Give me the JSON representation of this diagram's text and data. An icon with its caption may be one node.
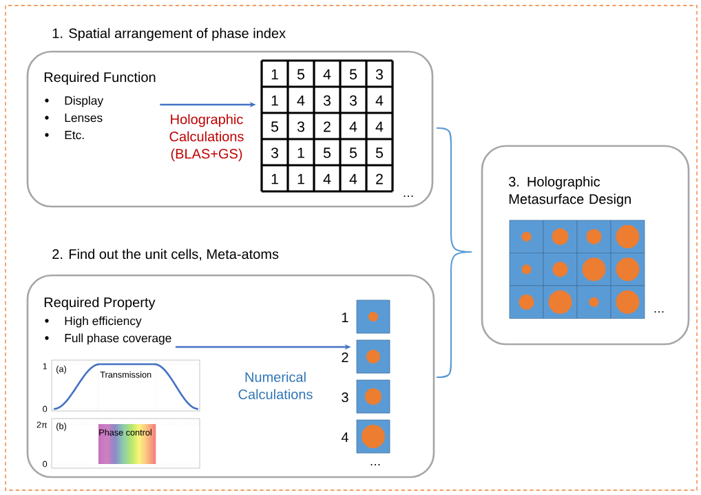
{
  "diagram": {
    "nodes": [
      {
        "text": [
          "1.  Spatial arrangement of phase index"
        ]
      },
      {
        "text": [
          "Required Function",
          "Display",
          "Lenses",
          "Etc."
        ],
        "in": 0
      },
      {
        "text": [],
        "shape": "box",
        "in": 0
      },
      {
        "text": [
          "2.  Find out the unit cells, Meta-atoms"
        ]
      },
      {
        "text": [
          "Required Property",
          "High efficiency",
          "Full phase coverage"
        ],
        "in": 3
      },
      {
        "text": [],
        "shape": "box",
        "in": 3,
        "beside": [
          "1",
          "2",
          "3",
          "4",
          "…"
        ]
      },
      {
        "text": [
          "3. Holographic Metasurface Design"
        ]
      }
    ],
    "edges": [
      {
        "from": 1,
        "to": 2,
        "arrow": "to",
        "label": "Holographic Calculations (BLAS+GS)"
      },
      {
        "from": 4,
        "to": 5,
        "arrow": "to",
        "label": "Numerical Calculations"
      }
    ],
    "labels": [
      "1",
      "5",
      "4",
      "5",
      "3",
      "1",
      "4",
      "3",
      "3",
      "4",
      "5",
      "3",
      "2",
      "4",
      "4",
      "3",
      "1",
      "5",
      "5",
      "5",
      "1",
      "1",
      "4",
      "4",
      "2",
      "…",
      "…",
      "1",
      "(a)",
      "Transmission",
      "0",
      "2π",
      "(b)",
      "Phase control",
      "0"
    ]
  }
}
